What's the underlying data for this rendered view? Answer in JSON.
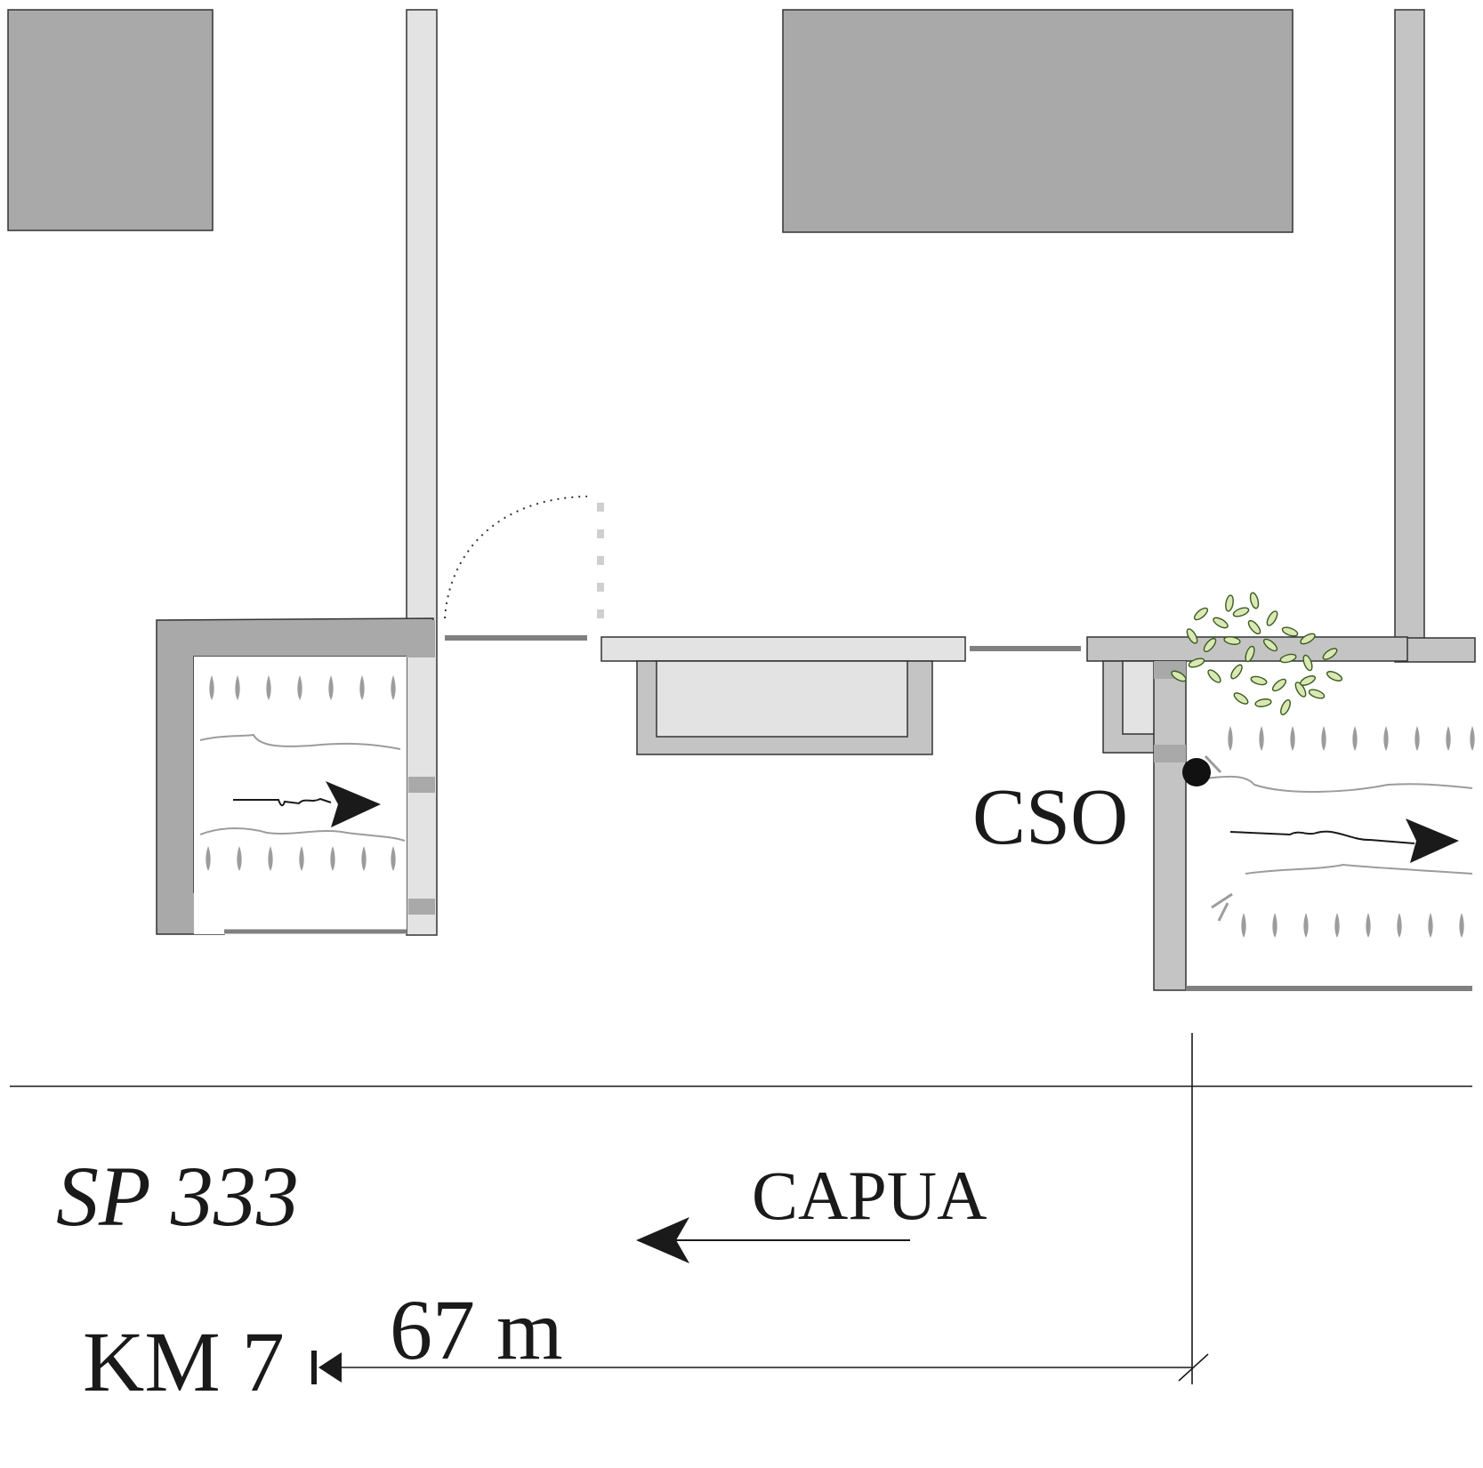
{
  "labels": {
    "cso": "CSO",
    "road": "SP 333",
    "direction": "CAPUA",
    "km": "KM 7",
    "distance": "67 m"
  },
  "colors": {
    "building": "#a9a9a9",
    "wall": "#c4c4c4",
    "wall_light": "#e3e3e3",
    "channel_fill": "#e0e0e0",
    "drops": "#9c9c9c",
    "vegetation_leaf": "#d9e8b4",
    "vegetation_outline": "#3c5a1e",
    "ink": "#1a1a1a"
  },
  "icons": {
    "flow_arrow": "flow-arrow-icon",
    "cso_point": "cso-point-icon",
    "vegetation": "vegetation-icon"
  }
}
